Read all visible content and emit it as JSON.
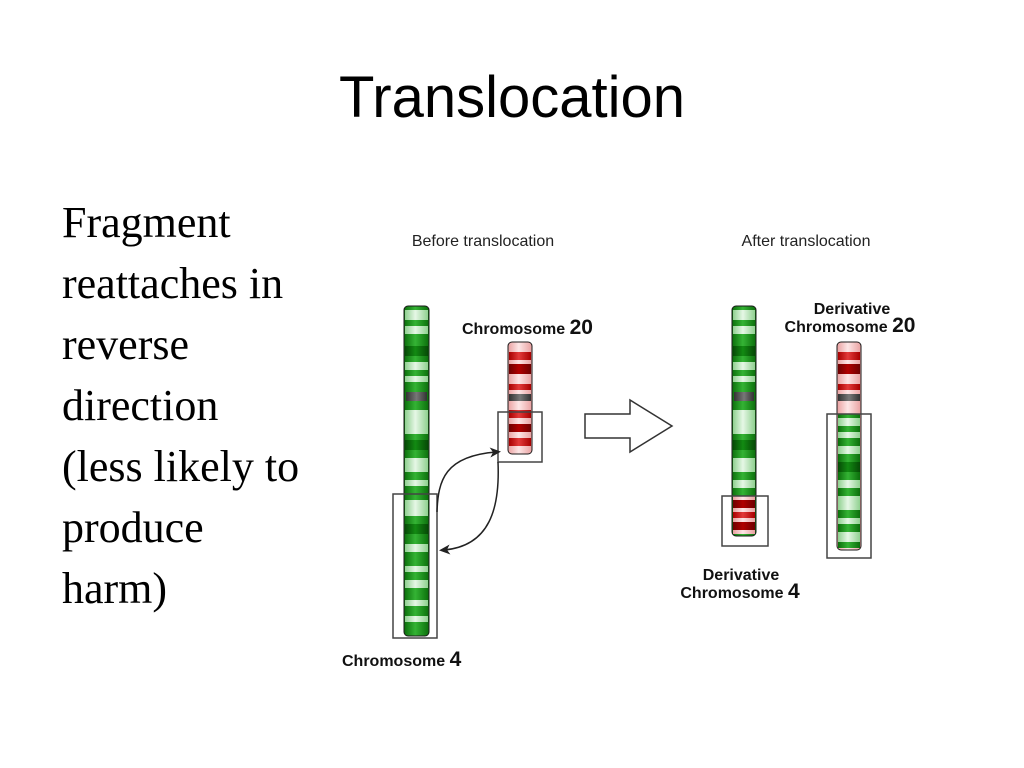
{
  "slide": {
    "title": "Translocation",
    "body_lines": [
      "Fragment",
      "reattaches in",
      "reverse",
      "direction",
      "(less likely to",
      "produce",
      "harm)"
    ]
  },
  "diagram": {
    "before_heading": "Before translocation",
    "after_heading": "After translocation",
    "labels": {
      "chr20_word": "Chromosome",
      "chr20_num": "20",
      "chr4_word": "Chromosome",
      "chr4_num": "4",
      "der20_line1": "Derivative",
      "der20_word": "Chromosome",
      "der20_num": "20",
      "der4_line1": "Derivative",
      "der4_word": "Chromosome",
      "der4_num": "4"
    },
    "colors": {
      "green_dark": "#0a7a0a",
      "green_mid": "#22a622",
      "green_light": "#b8e8b8",
      "red_dark": "#b00000",
      "red_mid": "#e04040",
      "red_light": "#f6c8c8",
      "outline": "#333333"
    }
  }
}
